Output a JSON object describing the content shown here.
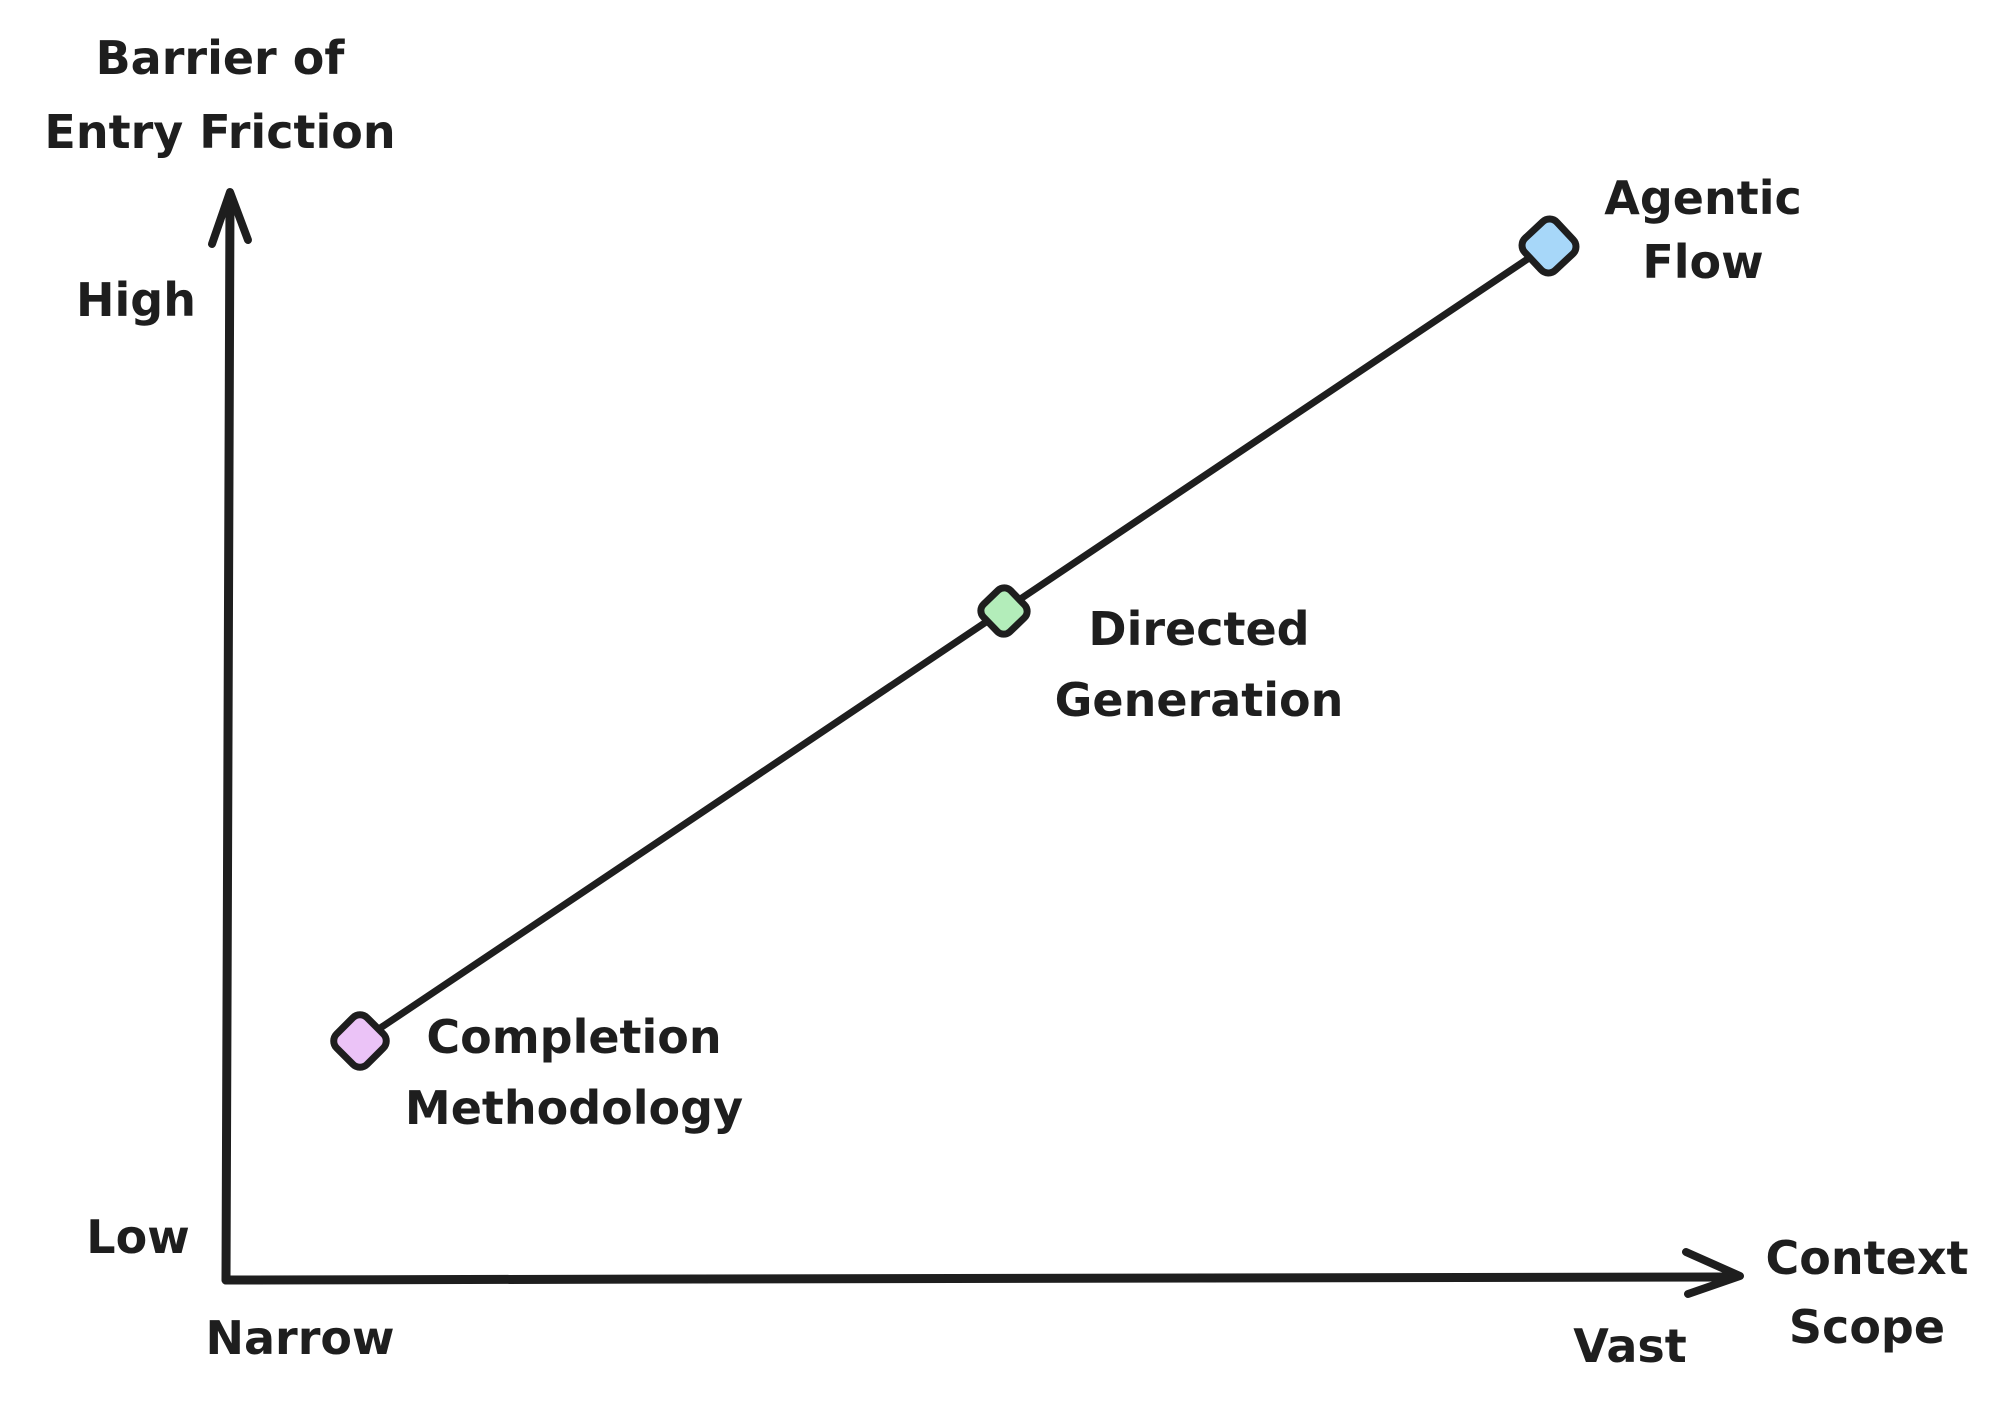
{
  "canvas": {
    "background": "#ffffff",
    "ink": "#1e1e1e"
  },
  "axes": {
    "y_title": "Barrier of\nEntry Friction",
    "y_high": "High",
    "y_low": "Low",
    "x_title": "Context\nScope",
    "x_min": "Narrow",
    "x_max": "Vast"
  },
  "points": {
    "completion": {
      "label": "Completion\nMethodology",
      "color": "#ebc3f7"
    },
    "directed": {
      "label": "Directed\nGeneration",
      "color": "#b3edba"
    },
    "agentic": {
      "label": "Agentic\nFlow",
      "color": "#a7d7f9"
    }
  },
  "chart_data": {
    "type": "scatter",
    "title": "",
    "xlabel": "Context Scope",
    "ylabel": "Barrier of Entry Friction",
    "x_axis_endpoint_labels": [
      "Narrow",
      "Vast"
    ],
    "y_axis_endpoint_labels": [
      "Low",
      "High"
    ],
    "grid": false,
    "legend": false,
    "style": "hand-drawn sketch, black ink on white, arrowed axes, no tick marks",
    "trend_line": "single straight line with positive slope passing through all three points",
    "points": [
      {
        "label": "Completion Methodology",
        "x_qualitative": "Narrow",
        "y_qualitative": "Low",
        "x_rel": 0.09,
        "y_rel": 0.22,
        "marker": "rounded diamond",
        "color": "#ebc3f7"
      },
      {
        "label": "Directed Generation",
        "x_qualitative": "Medium",
        "y_qualitative": "Medium",
        "x_rel": 0.51,
        "y_rel": 0.61,
        "marker": "rounded diamond",
        "color": "#b3edba"
      },
      {
        "label": "Agentic Flow",
        "x_qualitative": "Vast",
        "y_qualitative": "High",
        "x_rel": 0.87,
        "y_rel": 0.95,
        "marker": "rounded diamond",
        "color": "#a7d7f9"
      }
    ]
  }
}
